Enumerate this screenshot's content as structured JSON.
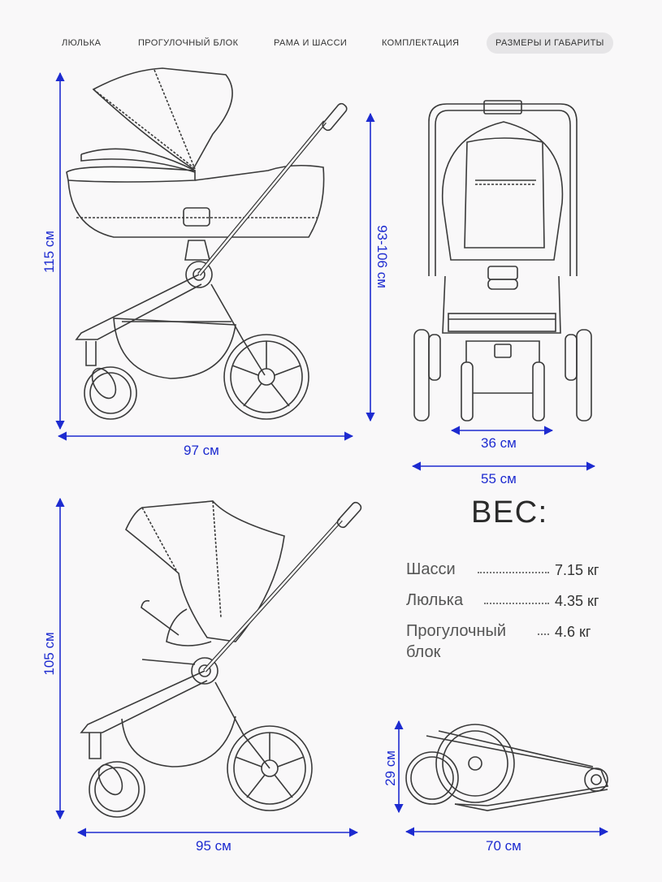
{
  "nav": {
    "items": [
      "ЛЮЛЬКА",
      "ПРОГУЛОЧНЫЙ БЛОК",
      "РАМА И ШАССИ",
      "КОМПЛЕКТАЦИЯ",
      "РАЗМЕРЫ И ГАБАРИТЫ"
    ],
    "active": "РАЗМЕРЫ И ГАБАРИТЫ"
  },
  "dimensions": {
    "bassinet_height": "115 см",
    "bassinet_handle_height": "93-106 см",
    "bassinet_length": "97 см",
    "front_inner_width": "36 см",
    "front_outer_width": "55 см",
    "stroller_height": "105 см",
    "stroller_length": "95 см",
    "folded_height": "29 см",
    "folded_length": "70 см"
  },
  "weight": {
    "title": "ВЕС:",
    "rows": [
      {
        "label": "Шасси",
        "value": "7.15 кг"
      },
      {
        "label": "Люлька",
        "value": "4.35 кг"
      },
      {
        "label": "Прогулочный",
        "label2": "блок",
        "value": "4.6 кг"
      }
    ]
  },
  "colors": {
    "dimension": "#1d2bd0",
    "line": "#3a3a3a",
    "background": "#f9f8f9"
  }
}
